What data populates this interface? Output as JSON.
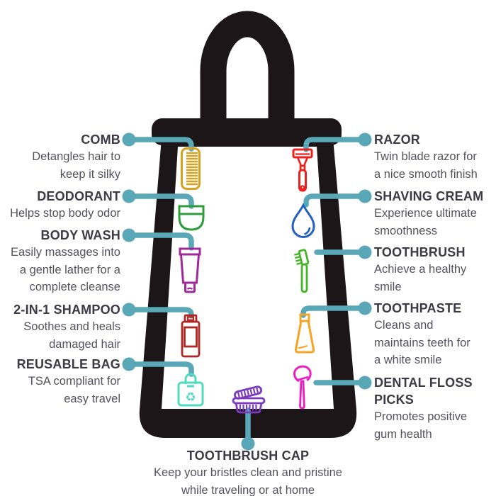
{
  "colors": {
    "connector": "#5aa7b7",
    "bag": "#1d1619",
    "heading": "#3b3a45",
    "body": "#54535d",
    "comb": "#d8a21e",
    "deodorant": "#2e9e3c",
    "body_wash": "#a0289a",
    "shampoo": "#b02622",
    "reusable_bag": "#52d9c0",
    "razor": "#ec201c",
    "shaving_cream": "#2260c4",
    "toothbrush": "#45b52a",
    "toothpaste": "#f9a21f",
    "floss": "#ed1bc3",
    "cap": "#7c3bbe"
  },
  "icons": {
    "recycle_glyph": "♻"
  },
  "items": {
    "comb": {
      "label": "COMB",
      "desc_lines": [
        "Detangles hair to",
        "keep it silky"
      ]
    },
    "deodorant": {
      "label": "DEODORANT",
      "desc_lines": [
        "Helps stop body odor"
      ]
    },
    "body_wash": {
      "label": "BODY WASH",
      "desc_lines": [
        "Easily massages into",
        "a gentle lather for a",
        "complete cleanse"
      ]
    },
    "shampoo": {
      "label": "2-IN-1 SHAMPOO",
      "desc_lines": [
        "Soothes and heals",
        "damaged hair"
      ]
    },
    "reusable_bag": {
      "label": "REUSABLE BAG",
      "desc_lines": [
        "TSA compliant for",
        "easy travel"
      ]
    },
    "razor": {
      "label": "RAZOR",
      "desc_lines": [
        "Twin blade razor for",
        "a nice smooth finish"
      ]
    },
    "shaving_cream": {
      "label": "SHAVING CREAM",
      "desc_lines": [
        "Experience ultimate",
        "smoothness"
      ]
    },
    "toothbrush": {
      "label": "TOOTHBRUSH",
      "desc_lines": [
        "Achieve a healthy",
        "smile"
      ]
    },
    "toothpaste": {
      "label": "TOOTHPASTE",
      "desc_lines": [
        "Cleans and",
        "maintains teeth for",
        "a white smile"
      ]
    },
    "floss": {
      "label_lines": [
        "DENTAL FLOSS",
        "PICKS"
      ],
      "desc_lines": [
        "Promotes positive",
        "gum health"
      ]
    },
    "cap": {
      "label": "TOOTHBRUSH CAP",
      "desc_lines": [
        "Keep your bristles clean and pristine",
        "while traveling or at home"
      ]
    }
  }
}
